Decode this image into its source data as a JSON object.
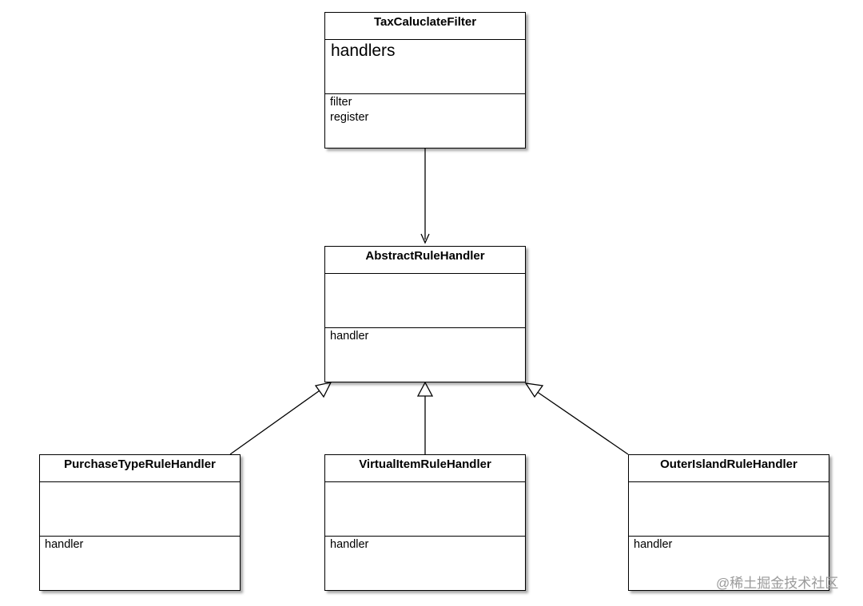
{
  "classes": {
    "tax_filter": {
      "name": "TaxCaluclateFilter",
      "attributes": [
        "handlers"
      ],
      "operations": [
        "filter",
        "register"
      ]
    },
    "abstract_handler": {
      "name": "AbstractRuleHandler",
      "attributes": [],
      "operations": [
        "handler"
      ]
    },
    "purchase_handler": {
      "name": "PurchaseTypeRuleHandler",
      "attributes": [],
      "operations": [
        "handler"
      ]
    },
    "virtual_handler": {
      "name": "VirtualItemRuleHandler",
      "attributes": [],
      "operations": [
        "handler"
      ]
    },
    "outer_handler": {
      "name": "OuterIslandRuleHandler",
      "attributes": [],
      "operations": [
        "handler"
      ]
    }
  },
  "watermark": "@稀土掘金技术社区"
}
